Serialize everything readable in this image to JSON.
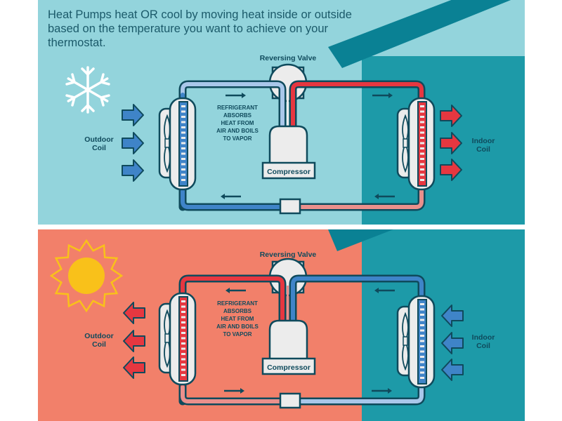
{
  "header": {
    "title": "Heat Pumps heat OR cool by moving heat inside or outside based on the temperature you want to achieve on your thermostat."
  },
  "colors": {
    "cool_bg": "#93d4dc",
    "heat_bg": "#f2806a",
    "house_wall": "#1d9aa8",
    "roof": "#0a8194",
    "outline": "#0f4a5c",
    "hot_pipe": "#e63740",
    "warm_pipe": "#ea908c",
    "cold_pipe": "#3f84c8",
    "cool_pipe_light": "#a9c7ea",
    "unit_fill": "#ececec",
    "sun": "#f9c11a",
    "snowflake": "#ffffff"
  },
  "cooling_panel": {
    "mode": "cooling",
    "weather_icon": "snowflake-icon",
    "outdoor_coil_label": [
      "Outdoor",
      "Coil"
    ],
    "indoor_coil_label": [
      "Indoor",
      "Coil"
    ],
    "reversing_valve_label": "Reversing Valve",
    "compressor_label": "Compressor",
    "process_note": [
      "REFRIGERANT",
      "ABSORBS",
      "HEAT FROM",
      "AIR AND BOILS",
      "TO VAPOR"
    ],
    "outdoor_airflow": "in",
    "indoor_airflow": "out",
    "top_flow_arrows": [
      "right",
      "right"
    ],
    "bottom_flow_arrows": [
      "left",
      "left"
    ]
  },
  "heating_panel": {
    "mode": "heating",
    "weather_icon": "sun-icon",
    "outdoor_coil_label": [
      "Outdoor",
      "Coil"
    ],
    "indoor_coil_label": [
      "Indoor",
      "Coil"
    ],
    "reversing_valve_label": "Reversing Valve",
    "compressor_label": "Compressor",
    "process_note": [
      "REFRIGERANT",
      "ABSORBS",
      "HEAT FROM",
      "AIR AND BOILS",
      "TO VAPOR"
    ],
    "outdoor_airflow": "out",
    "indoor_airflow": "in",
    "top_flow_arrows": [
      "left",
      "left"
    ],
    "bottom_flow_arrows": [
      "right",
      "right"
    ]
  }
}
